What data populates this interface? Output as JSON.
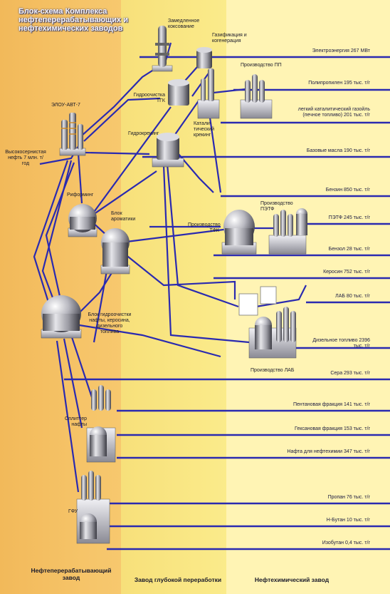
{
  "title": "Блок-схема Комплекса нефтеперерабатывающих и нефтехимических заводов",
  "zones": {
    "refinery": "Нефтеперерабатывающий завод",
    "deep": "Завод глубокой переработки",
    "petrochem": "Нефтехимический завод"
  },
  "input": "Высокосернистая нефть 7 млн. т/год",
  "units": {
    "elou": "ЭЛОУ-АВТ-7",
    "reforming": "Риформинг",
    "aromatics": "Блок ароматики",
    "hydrotreat": "Блок гидроочистки нафты, керосина, дизельного топлива",
    "splitter": "Сплиттер нафты",
    "gfu": "ГФУ",
    "coking": "Замедленное коксование",
    "gasification": "Газификация и когенерация",
    "hydrotreat_tgk": "Гидроочистка ТГК",
    "hydrocracking": "Гидрокрекинг",
    "catcracking": "Катали-тический крекинг",
    "pp": "Производство ПП",
    "pet": "Производство ПЭТФ",
    "tfk": "Производство ТФК",
    "lab": "Производство ЛАБ"
  },
  "outputs": [
    "Электроэнергия 267 МВт",
    "Полипропилен 195 тыс. т/г",
    "легкий каталитический газойль (печное топливо) 201 тыс. т/г",
    "Базовые масла 190 тыс. т/г",
    "Бензин 850 тыс. т/г",
    "ПЭТФ 245 тыс. т/г",
    "Бензол 28 тыс. т/г",
    "Керосин 752 тыс. т/г",
    "ЛАБ 80 тыс. т/г",
    "Дизельное топливо 2396 тыс. т/г",
    "Сера 293 тыс. т/г",
    "Пентановая фракция 141 тыс. т/г",
    "Гексановая фракция 153 тыс. т/г",
    "Нафта для нефтехимии 347 тыс. т/г",
    "Пропан 76 тыс. т/г",
    "Н-Бутан 10 тыс. т/г",
    "Изобутан 0,4 тыс. т/г"
  ],
  "colors": {
    "line": "#2a2ab0",
    "refinery": "#f4bf62",
    "deep": "#fae884",
    "petrochem": "#fff4b4"
  }
}
